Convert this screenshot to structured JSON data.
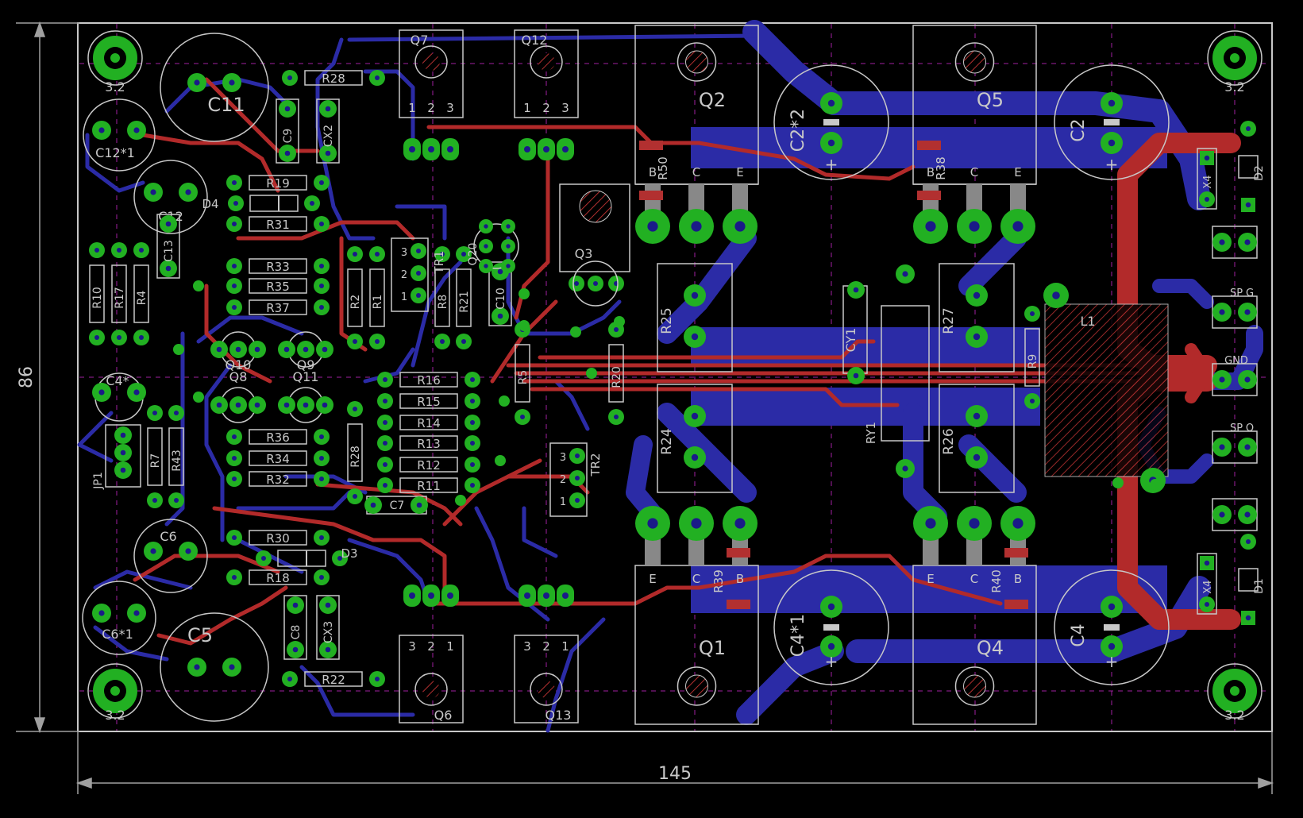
{
  "colors": {
    "background": "#000000",
    "top_copper": "#b22a2a",
    "bottom_copper": "#2b2ba6",
    "pad": "#22b022",
    "silkscreen": "#c8c8c8",
    "grid_dash": "#a020a0",
    "dimension": "#a0a0a0",
    "via_center": "#1a1a88",
    "hatch": "#b23030"
  },
  "board": {
    "dimension_width": "145",
    "dimension_height": "86"
  },
  "mounting_holes": [
    "3.2",
    "3.2",
    "3.2",
    "3.2"
  ],
  "power_transistors": [
    {
      "ref": "Q2",
      "resistor": "R50",
      "pins": [
        "B",
        "C",
        "E"
      ]
    },
    {
      "ref": "Q5",
      "resistor": "R38",
      "pins": [
        "B",
        "C",
        "E"
      ]
    },
    {
      "ref": "Q1",
      "resistor": "R39",
      "pins": [
        "E",
        "C",
        "B"
      ]
    },
    {
      "ref": "Q4",
      "resistor": "R40",
      "pins": [
        "E",
        "C",
        "B"
      ]
    }
  ],
  "driver_transistors": [
    {
      "ref": "Q7",
      "pins": [
        "1",
        "2",
        "3"
      ]
    },
    {
      "ref": "Q12",
      "pins": [
        "1",
        "2",
        "3"
      ]
    },
    {
      "ref": "Q6",
      "pins": [
        "3",
        "2",
        "1"
      ]
    },
    {
      "ref": "Q13",
      "pins": [
        "3",
        "2",
        "1"
      ]
    }
  ],
  "big_capacitors": [
    {
      "ref": "C2*2",
      "polarity": "+"
    },
    {
      "ref": "C2",
      "polarity": "+"
    },
    {
      "ref": "C4*1",
      "polarity": "+"
    },
    {
      "ref": "C4",
      "polarity": "+"
    }
  ],
  "left_capacitors": {
    "c11": "C11",
    "c12_1": "C12*1",
    "c12": "C12",
    "c13": "C13",
    "c4s": "C4*",
    "c6": "C6",
    "c6_1": "C6*1",
    "c5": "C5",
    "c9": "C9",
    "cx2": "CX2",
    "c8": "C8",
    "cx3": "CX3",
    "c10": "C10",
    "c7": "C7",
    "cy1": "CY1"
  },
  "resistors": {
    "r28_top": "R28",
    "r19": "R19",
    "r31": "R31",
    "r33": "R33",
    "r35": "R35",
    "r37": "R37",
    "r36": "R36",
    "r34": "R34",
    "r32": "R32",
    "r30": "R30",
    "r18": "R18",
    "r22": "R22",
    "r10": "R10",
    "r17": "R17",
    "r4": "R4",
    "r7": "R7",
    "r43": "R43",
    "r2": "R2",
    "r1": "R1",
    "r8": "R8",
    "r21": "R21",
    "r5": "R5",
    "r20": "R20",
    "r28": "R28",
    "r16": "R16",
    "r15": "R15",
    "r14": "R14",
    "r13": "R13",
    "r12": "R12",
    "r11": "R11",
    "r25": "R25",
    "r24": "R24",
    "r27": "R27",
    "r26": "R26",
    "r9": "R9"
  },
  "small_parts": {
    "d4": "D4",
    "d3": "D3",
    "d2": "D2",
    "d1": "D1",
    "q10": "Q10",
    "q9": "Q9",
    "q8": "Q8",
    "q11": "Q11",
    "q3": "Q3",
    "q20": "Q20",
    "tr1": "TR1",
    "tr2": "TR2",
    "ry1": "RY1",
    "l1": "L1",
    "jp1": "JP1",
    "x4_top": "X4",
    "x4_bottom": "X4"
  },
  "connector_labels": [
    "SP",
    "G",
    "GND",
    "SP",
    "O"
  ],
  "trimmer_pins": [
    "3",
    "2",
    "1"
  ]
}
